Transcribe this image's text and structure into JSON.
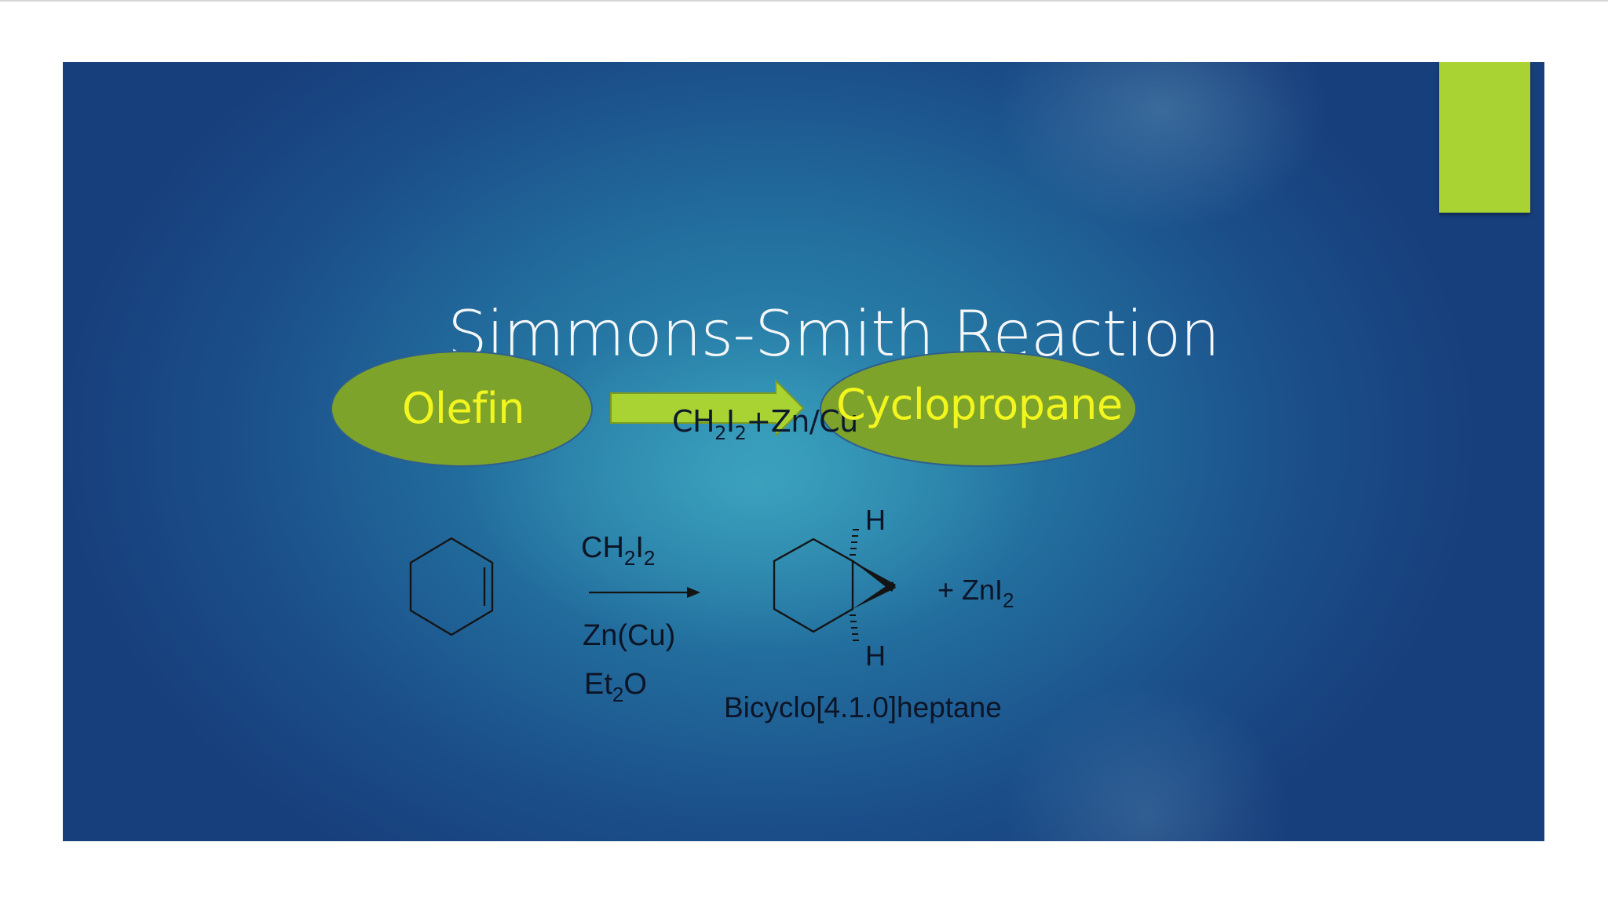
{
  "slide": {
    "title": "Simmons-Smith Reaction",
    "flow": {
      "reactant_label": "Olefin",
      "product_label": "Cyclopropane",
      "reagent_parts": [
        "CH",
        "2",
        "I",
        "2",
        "+Zn/Cu"
      ]
    },
    "scheme": {
      "reagent_top": [
        "CH",
        "2",
        "I",
        "2"
      ],
      "reagent_bottom_1": "Zn(Cu)",
      "reagent_bottom_2": [
        "Et",
        "2",
        "O"
      ],
      "byproduct": [
        "+ ZnI",
        "2"
      ],
      "atom_h_top": "H",
      "atom_h_bottom": "H",
      "product_name": "Bicyclo[4.1.0]heptane"
    }
  },
  "colors": {
    "accent_green": "#a8d332",
    "ellipse_fill": "#7ea32a",
    "ellipse_text": "#f2f51e",
    "arrow_fill": "#a8d332"
  }
}
